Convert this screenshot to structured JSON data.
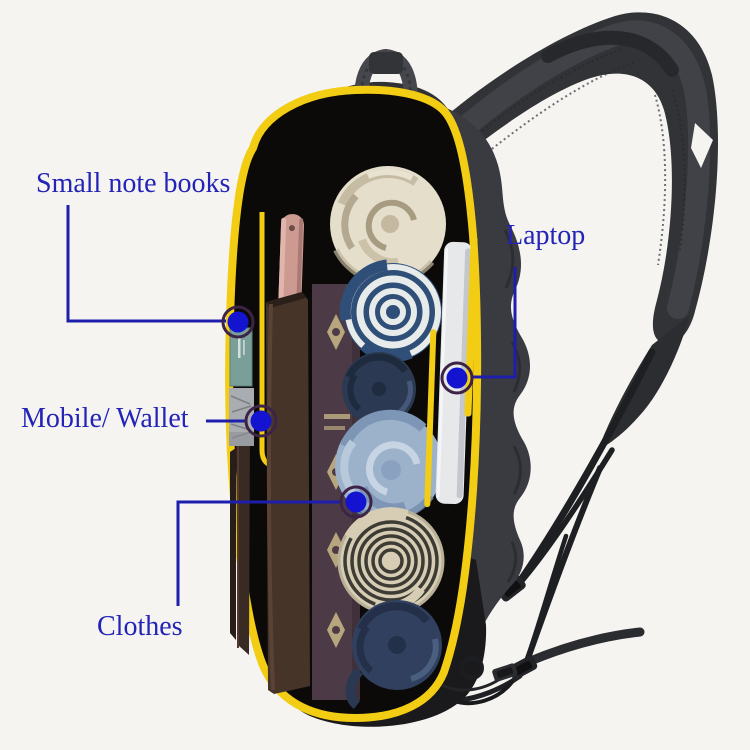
{
  "figure": {
    "kind": "annotated product diagram",
    "subject": "sling backpack shown open with organized contents"
  },
  "theme": {
    "background": "#f5f4f1",
    "label-color": "#2323b8",
    "line-color": "#1e1ead",
    "dot-fill": "#1414d0",
    "dot-ring": "#3d2446",
    "trim-yellow": "#f2cd14",
    "bag-black": "#0b0a09",
    "shell-gray": "#3a3b40"
  },
  "callouts": [
    {
      "id": "small-note-books",
      "label": "Small note books"
    },
    {
      "id": "laptop",
      "label": "Laptop"
    },
    {
      "id": "mobile-wallet",
      "label": "Mobile/ Wallet"
    },
    {
      "id": "clothes",
      "label": "Clothes"
    }
  ]
}
